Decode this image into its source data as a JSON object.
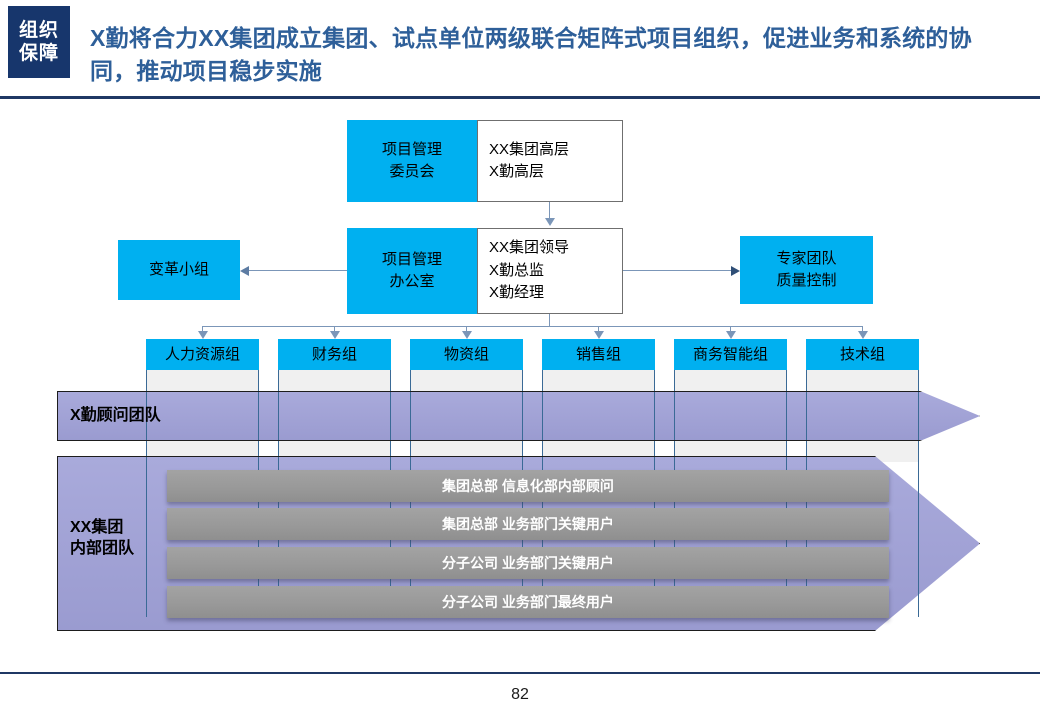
{
  "header": {
    "tag_line1": "组织",
    "tag_line2": "保障",
    "title": "X勤将合力XX集团成立集团、试点单位两级联合矩阵式项目组织，促进业务和系统的协同，推动项目稳步实施",
    "tag_bg": "#17366c",
    "title_color": "#2e5f99",
    "rule_color": "#1f3864"
  },
  "org": {
    "accent": "#00b0f0",
    "committee": {
      "name": "项目管理\n委员会",
      "members": "XX集团高层\nX勤高层"
    },
    "office": {
      "name": "项目管理\n办公室",
      "members": "XX集团领导\nX勤总监\nX勤经理"
    },
    "left_box": "变革小组",
    "right_box": "专家团队\n质量控制",
    "groups": [
      "人力资源组",
      "财务组",
      "物资组",
      "销售组",
      "商务智能组",
      "技术组"
    ]
  },
  "bands": {
    "band_color": "#9fa0d4",
    "consultant_label": "X勤顾问团队",
    "internal_label": "XX集团\n内部团队",
    "internal_rows": [
      "集团总部 信息化部内部顾问",
      "集团总部 业务部门关键用户",
      "分子公司 业务部门关键用户",
      "分子公司 业务部门最终用户"
    ]
  },
  "footer": {
    "page_number": "82"
  }
}
